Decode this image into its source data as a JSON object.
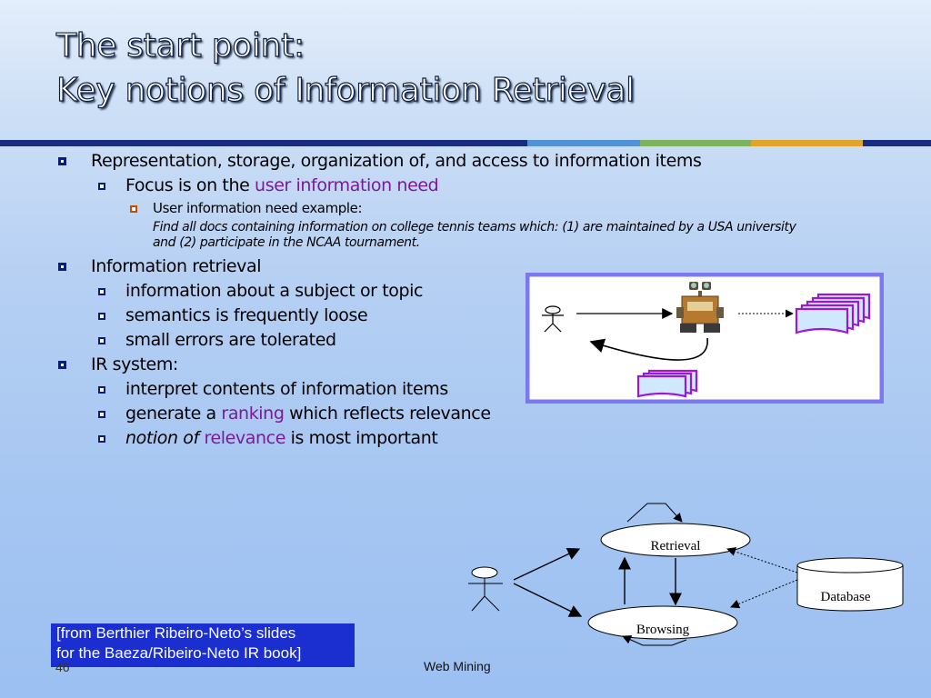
{
  "title": {
    "line1": "The start point:",
    "line2": "Key notions of Information Retrieval"
  },
  "bars": [
    "#1a2c80",
    "#4f93d6",
    "#7cb35c",
    "#e0a52a",
    "#1a2c80"
  ],
  "bullets": {
    "b1": {
      "text": "Representation, storage, organization of, and access to information items",
      "sub1": {
        "prefix": "Focus is on the ",
        "highlight": "user information need"
      },
      "sub1_child": {
        "text": "User information need example:",
        "example": "Find all docs containing information on college tennis teams which: (1) are maintained by a USA university and (2) participate in the NCAA tournament."
      }
    },
    "b2": {
      "text": "Information retrieval",
      "items": [
        "information about a subject or topic",
        "semantics is frequently loose",
        "small errors are tolerated"
      ]
    },
    "b3": {
      "text": "IR system:",
      "item1": "interpret contents of information items",
      "item2": {
        "prefix": "generate a ",
        "highlight": "ranking",
        "suffix": " which reflects relevance"
      },
      "item3": {
        "prefix": "notion of ",
        "highlight": "relevance",
        "suffix": " is most important"
      }
    }
  },
  "diagram2": {
    "retrieval_label": "Retrieval",
    "browsing_label": "Browsing",
    "database_label": "Database"
  },
  "citation": {
    "line1": "[from Berthier Ribeiro-Neto’s slides",
    "line2": " for the Baeza/Ribeiro-Neto IR book]"
  },
  "page_number": "46",
  "footer_text": "Web Mining",
  "colors": {
    "highlight": "#7a1a9a",
    "citation_bg": "#1b2fd0",
    "title": "#ffffff"
  }
}
